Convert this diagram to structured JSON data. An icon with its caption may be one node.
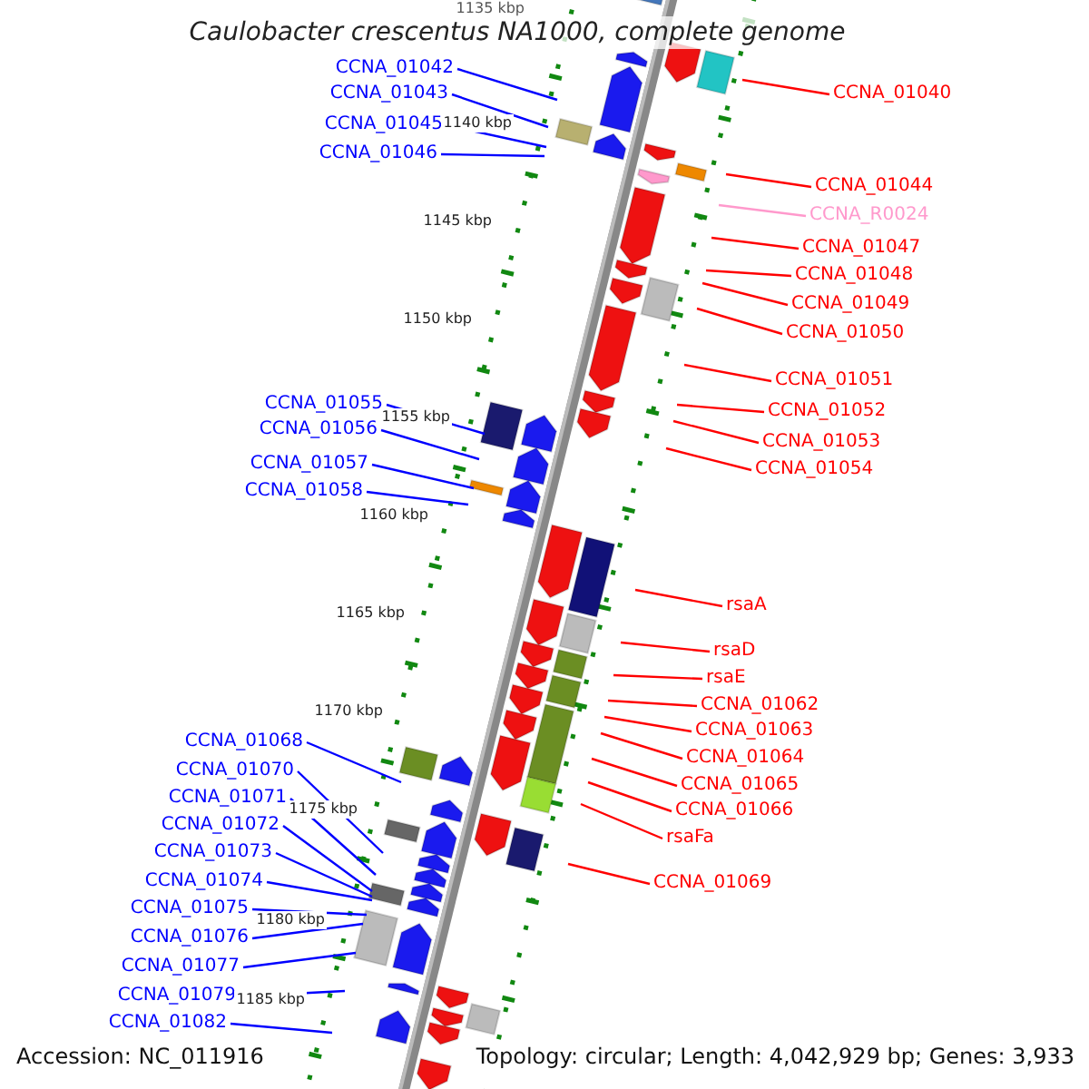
{
  "diagram": {
    "title": "Caulobacter crescentus NA1000, complete genome",
    "nodes": [
      {
        "text": [
          "CCNA_01042"
        ]
      },
      {
        "text": [
          "CCNA_01043"
        ]
      },
      {
        "text": [
          "CCNA_01045"
        ]
      },
      {
        "text": [
          "CCNA_01046"
        ]
      },
      {
        "text": [
          "CCNA_01055"
        ]
      },
      {
        "text": [
          "CCNA_01056"
        ]
      },
      {
        "text": [
          "CCNA_01057"
        ]
      },
      {
        "text": [
          "CCNA_01058"
        ]
      },
      {
        "text": [
          "CCNA_01068"
        ]
      },
      {
        "text": [
          "CCNA_01070"
        ]
      },
      {
        "text": [
          "CCNA_01071"
        ]
      },
      {
        "text": [
          "CCNA_01072"
        ]
      },
      {
        "text": [
          "CCNA_01073"
        ]
      },
      {
        "text": [
          "CCNA_01074"
        ]
      },
      {
        "text": [
          "CCNA_01075"
        ]
      },
      {
        "text": [
          "CCNA_01076"
        ]
      },
      {
        "text": [
          "CCNA_01077"
        ]
      },
      {
        "text": [
          "CCNA_01079"
        ]
      },
      {
        "text": [
          "CCNA_01082"
        ]
      },
      {
        "text": [
          "CCNA_01040"
        ]
      },
      {
        "text": [
          "CCNA_01044"
        ]
      },
      {
        "text": [
          "CCNA_R0024"
        ]
      },
      {
        "text": [
          "CCNA_01047"
        ]
      },
      {
        "text": [
          "CCNA_01048"
        ]
      },
      {
        "text": [
          "CCNA_01049"
        ]
      },
      {
        "text": [
          "CCNA_01050"
        ]
      },
      {
        "text": [
          "CCNA_01051"
        ]
      },
      {
        "text": [
          "CCNA_01052"
        ]
      },
      {
        "text": [
          "CCNA_01053"
        ]
      },
      {
        "text": [
          "CCNA_01054"
        ]
      },
      {
        "text": [
          "rsaA"
        ]
      },
      {
        "text": [
          "rsaD"
        ]
      },
      {
        "text": [
          "rsaE"
        ]
      },
      {
        "text": [
          "CCNA_01062"
        ]
      },
      {
        "text": [
          "CCNA_01063"
        ]
      },
      {
        "text": [
          "CCNA_01064"
        ]
      },
      {
        "text": [
          "CCNA_01065"
        ]
      },
      {
        "text": [
          "CCNA_01066"
        ]
      },
      {
        "text": [
          "rsaFa"
        ]
      },
      {
        "text": [
          "CCNA_01069"
        ]
      }
    ],
    "edges": [
      {
        "from": 0,
        "to": null,
        "arrow": "none",
        "color": "#0000ff"
      },
      {
        "from": 1,
        "to": null,
        "arrow": "none",
        "color": "#0000ff"
      },
      {
        "from": 2,
        "to": null,
        "arrow": "none",
        "color": "#0000ff"
      },
      {
        "from": 3,
        "to": null,
        "arrow": "none",
        "color": "#0000ff"
      },
      {
        "from": 4,
        "to": null,
        "arrow": "none",
        "color": "#0000ff"
      },
      {
        "from": 5,
        "to": null,
        "arrow": "none",
        "color": "#0000ff"
      },
      {
        "from": 6,
        "to": null,
        "arrow": "none",
        "color": "#0000ff"
      },
      {
        "from": 7,
        "to": null,
        "arrow": "none",
        "color": "#0000ff"
      },
      {
        "from": 8,
        "to": null,
        "arrow": "none",
        "color": "#0000ff"
      },
      {
        "from": 9,
        "to": null,
        "arrow": "none",
        "color": "#0000ff"
      },
      {
        "from": 10,
        "to": null,
        "arrow": "none",
        "color": "#0000ff"
      },
      {
        "from": 11,
        "to": null,
        "arrow": "none",
        "color": "#0000ff"
      },
      {
        "from": 12,
        "to": null,
        "arrow": "none",
        "color": "#0000ff"
      },
      {
        "from": 13,
        "to": null,
        "arrow": "none",
        "color": "#0000ff"
      },
      {
        "from": 14,
        "to": null,
        "arrow": "none",
        "color": "#0000ff"
      },
      {
        "from": 15,
        "to": null,
        "arrow": "none",
        "color": "#0000ff"
      },
      {
        "from": 16,
        "to": null,
        "arrow": "none",
        "color": "#0000ff"
      },
      {
        "from": 17,
        "to": null,
        "arrow": "none",
        "color": "#0000ff"
      },
      {
        "from": 18,
        "to": null,
        "arrow": "none",
        "color": "#0000ff"
      },
      {
        "from": 19,
        "to": null,
        "arrow": "none"
      },
      {
        "from": 20,
        "to": null,
        "arrow": "none"
      },
      {
        "from": 21,
        "to": null,
        "arrow": "none",
        "color": "#ff99cc"
      },
      {
        "from": 22,
        "to": null,
        "arrow": "none"
      },
      {
        "from": 23,
        "to": null,
        "arrow": "none"
      },
      {
        "from": 24,
        "to": null,
        "arrow": "none"
      },
      {
        "from": 25,
        "to": null,
        "arrow": "none"
      },
      {
        "from": 26,
        "to": null,
        "arrow": "none"
      },
      {
        "from": 27,
        "to": null,
        "arrow": "none"
      },
      {
        "from": 28,
        "to": null,
        "arrow": "none"
      },
      {
        "from": 29,
        "to": null,
        "arrow": "none"
      },
      {
        "from": 30,
        "to": null,
        "arrow": "none"
      },
      {
        "from": 31,
        "to": null,
        "arrow": "none"
      },
      {
        "from": 32,
        "to": null,
        "arrow": "none"
      },
      {
        "from": 33,
        "to": null,
        "arrow": "none"
      },
      {
        "from": 34,
        "to": null,
        "arrow": "none"
      },
      {
        "from": 35,
        "to": null,
        "arrow": "none"
      },
      {
        "from": 36,
        "to": null,
        "arrow": "none"
      },
      {
        "from": 37,
        "to": null,
        "arrow": "none"
      },
      {
        "from": 38,
        "to": null,
        "arrow": "none"
      },
      {
        "from": 39,
        "to": null,
        "arrow": "none"
      }
    ],
    "labels": [
      "1135 kbp",
      "1140 kbp",
      "1145 kbp",
      "1150 kbp",
      "1155 kbp",
      "1160 kbp",
      "1165 kbp",
      "1170 kbp",
      "1175 kbp",
      "1180 kbp",
      "1185 kbp",
      "Accession: NC_011916",
      "Topology: circular; Length: 4,042,929 bp; Genes: 3,933"
    ]
  }
}
